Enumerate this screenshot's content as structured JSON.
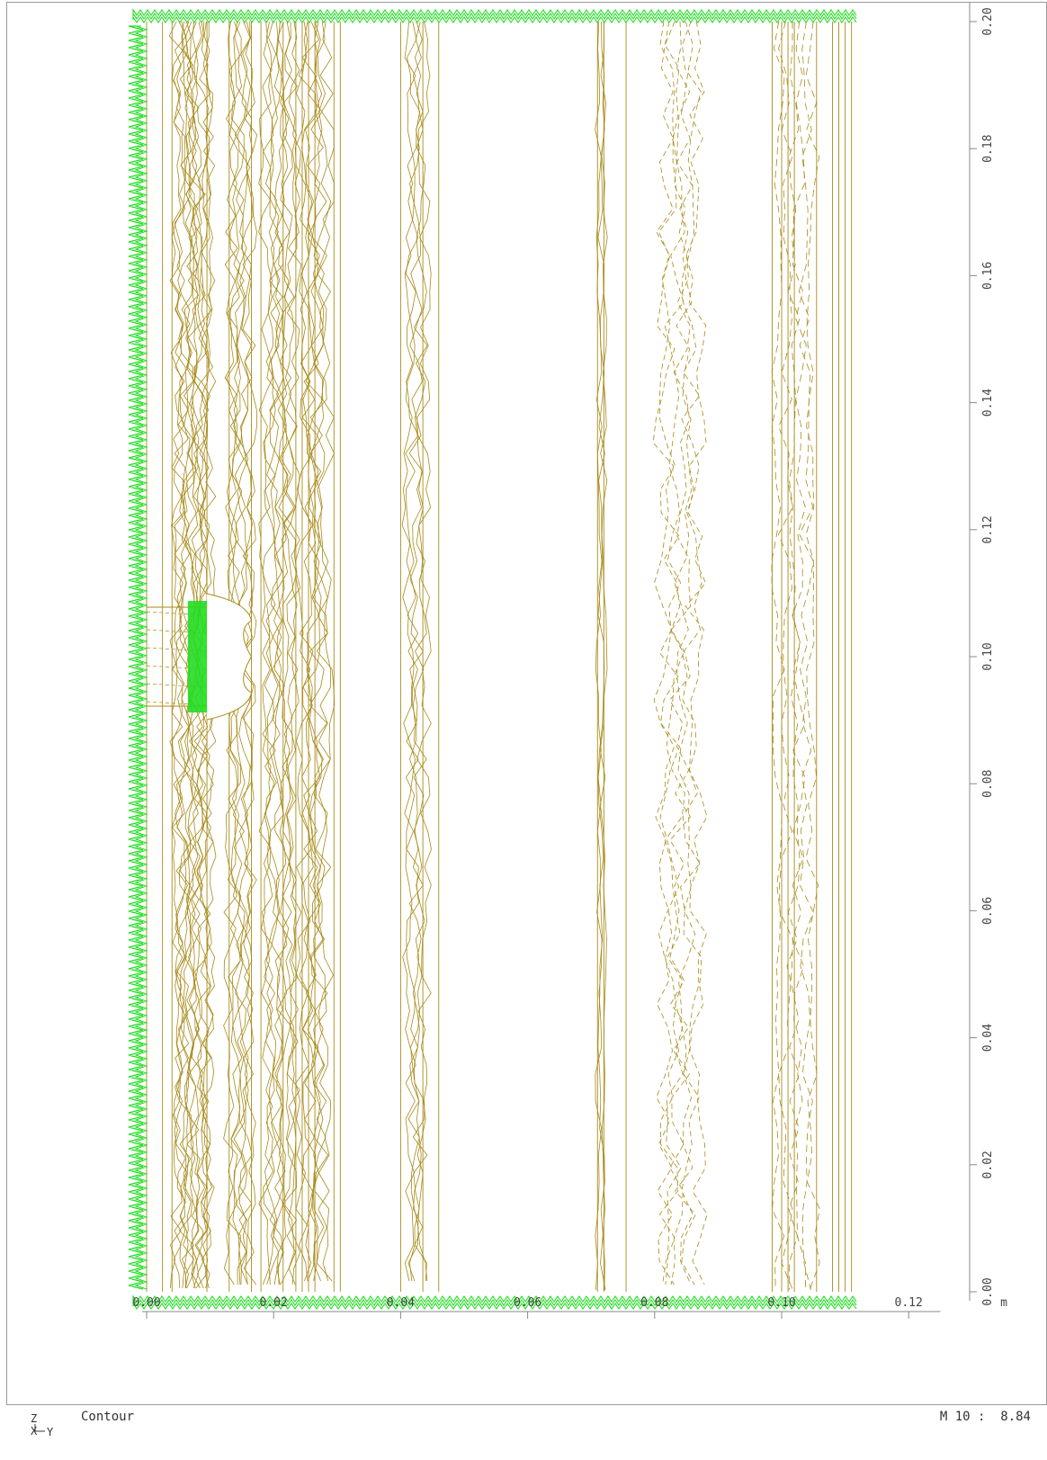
{
  "view": {
    "mode_label": "Contour",
    "scale_label": "M 10 :  8.84",
    "unit_label": "m",
    "colors": {
      "mesh": "#a88a1a",
      "support": "#22dd22",
      "frame": "#9a9a9a"
    }
  },
  "axes": {
    "y_ticks": [
      "0.00",
      "0.02",
      "0.04",
      "0.06",
      "0.08",
      "0.10",
      "0.12"
    ],
    "z_ticks": [
      "0.00",
      "0.02",
      "0.04",
      "0.06",
      "0.08",
      "0.10",
      "0.12",
      "0.14",
      "0.16",
      "0.18",
      "0.20"
    ]
  },
  "triad": {
    "z": "Z",
    "x": "X",
    "y": "Y"
  }
}
